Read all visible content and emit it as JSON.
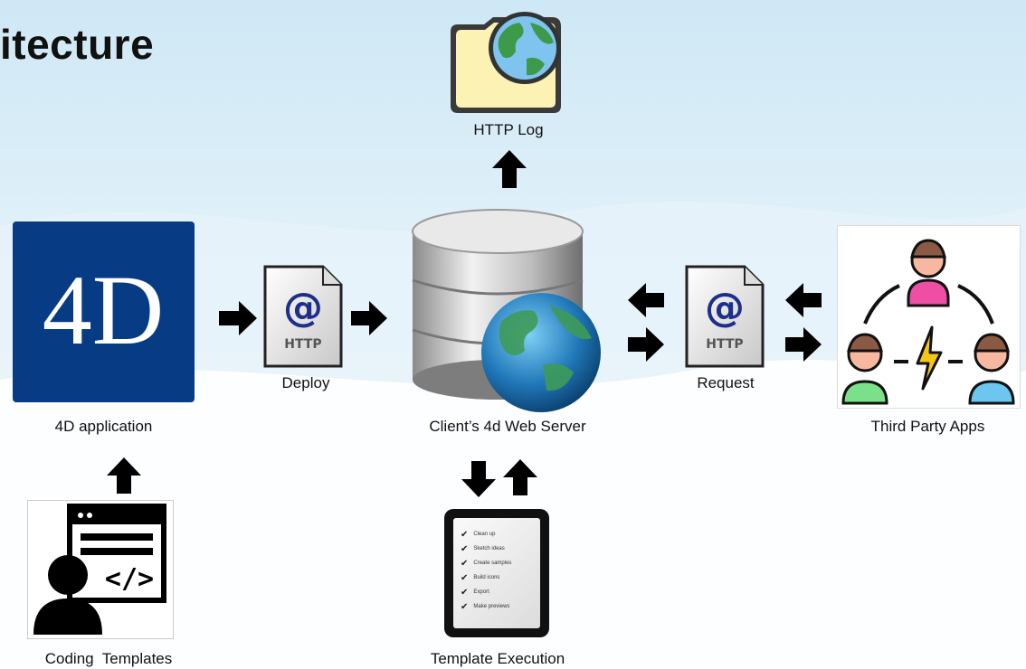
{
  "title": "itecture",
  "nodes": {
    "http_log": {
      "label": "HTTP Log"
    },
    "app_4d": {
      "label": "4D application",
      "logo_text": "4D"
    },
    "deploy": {
      "label": "Deploy",
      "doc_text": "HTTP"
    },
    "web_server": {
      "label": "Client’s 4d Web Server"
    },
    "request": {
      "label": "Request",
      "doc_text": "HTTP"
    },
    "third_party": {
      "label": "Third Party Apps"
    },
    "coding_templates": {
      "label": "Coding  Templates"
    },
    "template_execution": {
      "label": "Template Execution",
      "checklist": [
        "Clean up",
        "Sketch ideas",
        "Create samples",
        "Build icons",
        "Export",
        "Make previews"
      ]
    }
  },
  "colors": {
    "brand_4d": "#073c85",
    "arrow": "#000000"
  }
}
